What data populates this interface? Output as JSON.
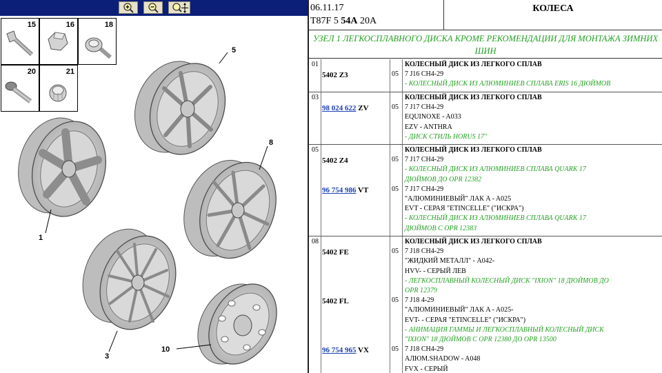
{
  "toolbar": {
    "zoom_in_label": "+",
    "zoom_out_label": "−",
    "zoom_fit_label": "fit"
  },
  "diagram": {
    "small_parts": [
      "15",
      "16",
      "18",
      "20",
      "21"
    ],
    "callouts": [
      "5",
      "8",
      "1",
      "3",
      "10"
    ]
  },
  "header": {
    "date": "06.11.17",
    "model_prefix": "T87F 5",
    "model_bold": "54A",
    "model_suffix": "20A",
    "section_title": "КОЛЕСА"
  },
  "group_title": "УЗЕЛ 1 ЛЕГКОСПЛАВНОГО ДИСКА КРОМЕ РЕКОМЕНДАЦИИ ДЛЯ МОНТАЖА ЗИМНИХ ШИН",
  "rows": [
    {
      "num": "01",
      "title": "КОЛЕСНЫЙ ДИСК ИЗ ЛЕГКОГО СПЛАВ",
      "entries": [
        {
          "ref": "5402 Z3",
          "ref_link": "",
          "ref_suffix": "",
          "qty": "05",
          "lines": [
            "7 J16 CH4-29"
          ],
          "green": [
            "- КОЛЕСНЫЙ ДИСК ИЗ АЛЮМИНИЕВ СПЛАВА ERIS 16 ДЮЙМОВ"
          ]
        }
      ]
    },
    {
      "num": "03",
      "title": "КОЛЕСНЫЙ ДИСК ИЗ ЛЕГКОГО СПЛАВ",
      "entries": [
        {
          "ref": "",
          "ref_link": "98 024 622",
          "ref_suffix": "ZV",
          "qty": "05",
          "lines": [
            "7 J17 CH4-29",
            "EQUINOXE - A033",
            "EZV - ANTHRA"
          ],
          "green": [
            "- ДИСК СТИЛЬ HORUS 17\""
          ]
        }
      ]
    },
    {
      "num": "05",
      "title": "КОЛЕСНЫЙ ДИСК ИЗ ЛЕГКОГО СПЛАВ",
      "entries": [
        {
          "ref": "5402 Z4",
          "ref_link": "",
          "ref_suffix": "",
          "qty": "05",
          "lines": [
            "7 J17 CH4-29"
          ],
          "green": [
            "- КОЛЕСНЫЙ ДИСК ИЗ АЛЮМИНИЕВ СПЛАВА QUARK 17",
            "ДЮЙМОВ ДО OPR 12382"
          ]
        },
        {
          "ref": "",
          "ref_link": "96 754 986",
          "ref_suffix": "VT",
          "qty": "05",
          "lines": [
            "7 J17 CH4-29",
            "\"АЛЮМИНИЕВЫЙ\" ЛАК A - A025",
            "EVT - СЕРАЯ \"ETINCELLE\" (\"ИСКРА\")"
          ],
          "green": [
            "- КОЛЕСНЫЙ ДИСК ИЗ АЛЮМИНИЕВ СПЛАВА QUARK 17",
            "ДЮЙМОВ С OPR 12383"
          ]
        }
      ]
    },
    {
      "num": "08",
      "title": "КОЛЕСНЫЙ ДИСК ИЗ ЛЕГКОГО СПЛАВ",
      "entries": [
        {
          "ref": "5402 FE",
          "ref_link": "",
          "ref_suffix": "",
          "qty": "05",
          "lines": [
            "7 J18 CH4-29",
            "\"ЖИДКИЙ МЕТАЛЛ\" - A042-",
            "HVV- - СЕРЫЙ ЛЕВ"
          ],
          "green": [
            "- ЛЕГКОСПЛАВНЫЙ КОЛЕСНЫЙ ДИСК \"IXION\" 18 ДЮЙМОВ ДО",
            "OPR 12379"
          ]
        },
        {
          "ref": "5402 FL",
          "ref_link": "",
          "ref_suffix": "",
          "qty": "05",
          "lines": [
            "7 J18 4-29",
            "\"АЛЮМИНИЕВЫЙ\" ЛАК A - A025-",
            "EVT- - СЕРАЯ \"ETINCELLE\" (\"ИСКРА\")"
          ],
          "green": [
            "- АНИМАЦИЯ ГАММЫ И ЛЕГКОСПЛАВНЫЙ КОЛЕСНЫЙ ДИСК",
            "\"IXION\" 18 ДЮЙМОВ С OPR 12380 ДО OPR 13500"
          ]
        },
        {
          "ref": "",
          "ref_link": "96 754 965",
          "ref_suffix": "VX",
          "qty": "05",
          "lines": [
            "7 J18 CH4-29",
            "АЛЮМ.SHADOW - A048",
            "FVX - СЕРЫЙ"
          ],
          "green": []
        }
      ]
    }
  ],
  "colors": {
    "toolbar": "#0b1f78",
    "link": "#1a3fb5",
    "note": "#22a022"
  }
}
